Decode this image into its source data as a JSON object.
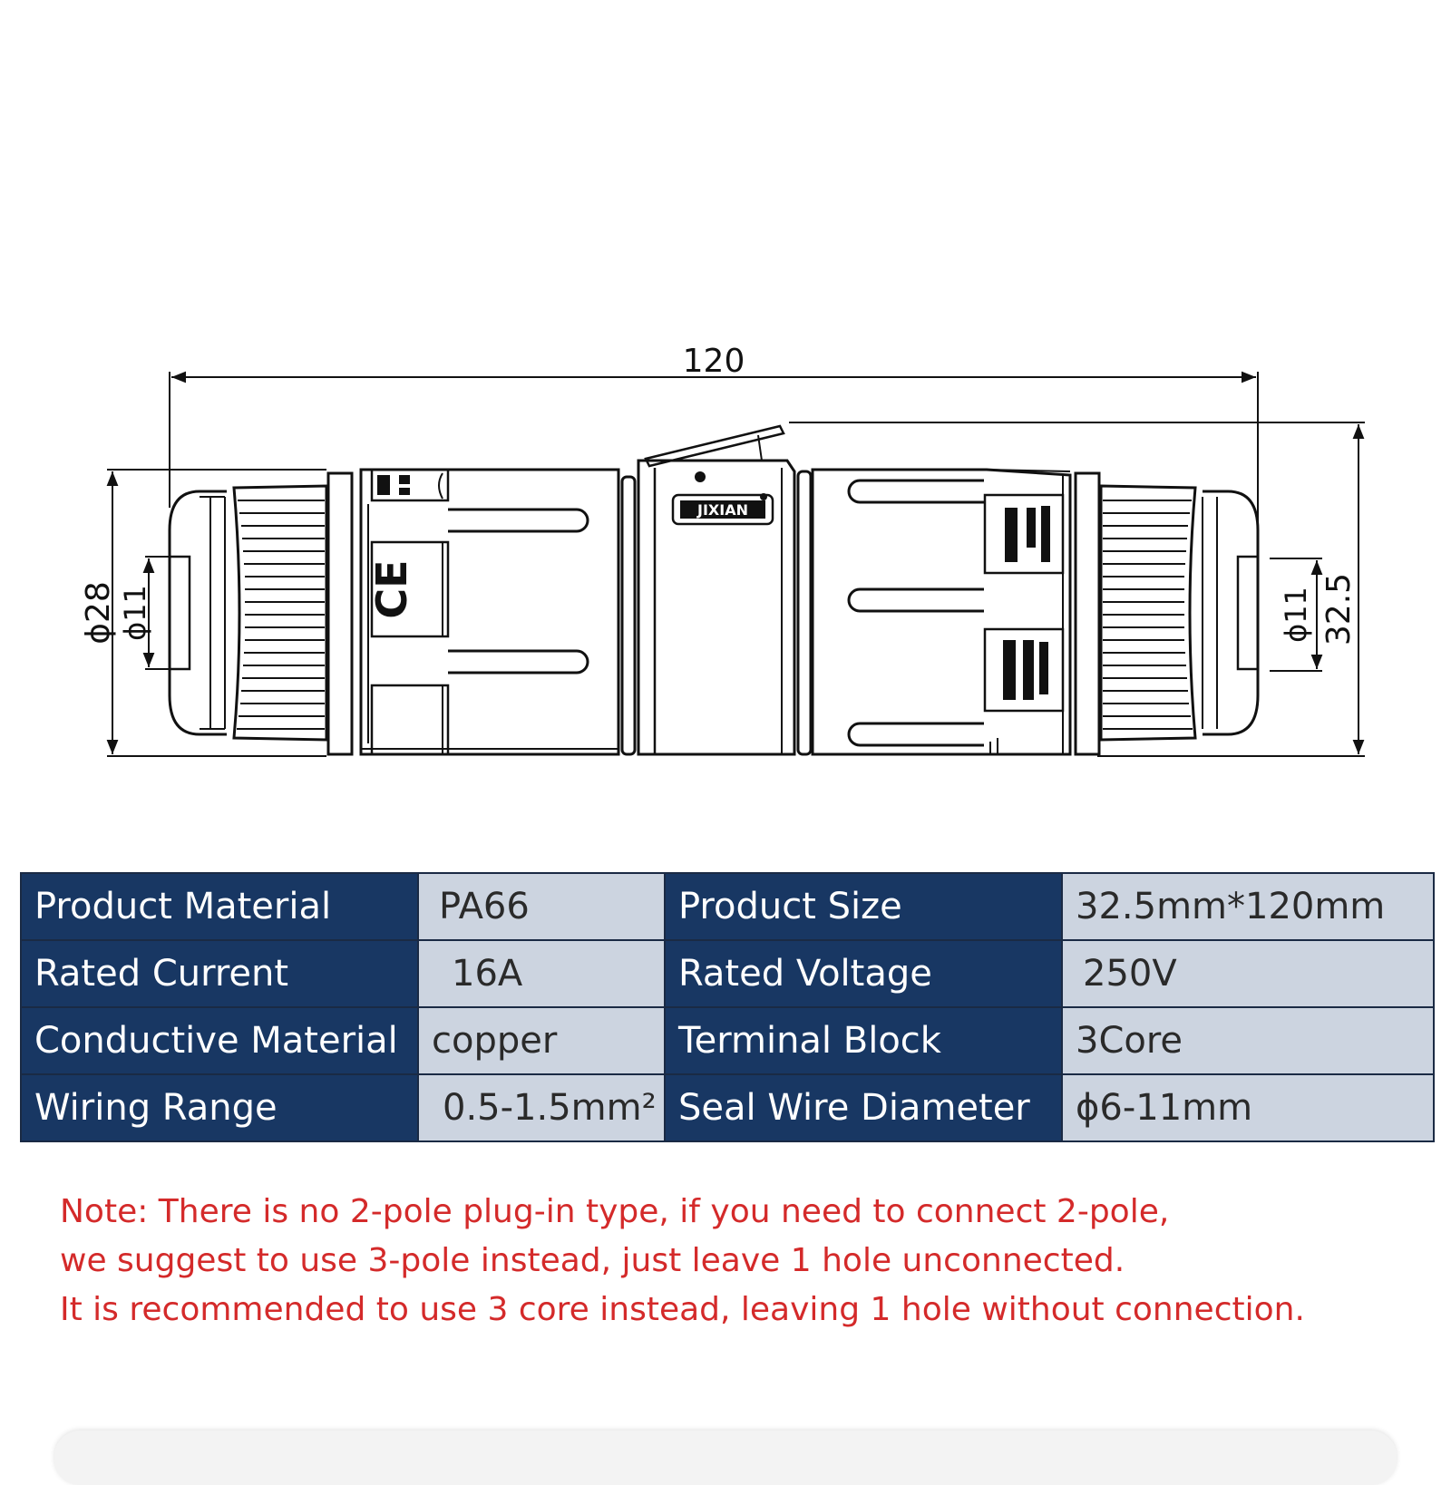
{
  "drawing": {
    "dim_length": "120",
    "dim_outer_diameter": "ϕ28",
    "dim_cable_left": "ϕ11",
    "dim_cable_right": "ϕ11",
    "dim_height": "32.5",
    "ce_mark": "CE",
    "brand_mark": "JIXIAN"
  },
  "specs": {
    "rows": [
      [
        {
          "label": "Product Material",
          "value": "PA66"
        },
        {
          "label": "Product Size",
          "value": "32.5mm*120mm"
        }
      ],
      [
        {
          "label": "Rated Current",
          "value": "16A"
        },
        {
          "label": "Rated Voltage",
          "value": "250V"
        }
      ],
      [
        {
          "label": "Conductive Material",
          "value": "copper"
        },
        {
          "label": "Terminal Block",
          "value": "3Core"
        }
      ],
      [
        {
          "label": "Wiring Range",
          "value": "0.5-1.5mm²"
        },
        {
          "label": "Seal Wire Diameter",
          "value": "ϕ6-11mm"
        }
      ]
    ]
  },
  "note": {
    "line1": "Note: There is no 2-pole plug-in type, if you need to connect 2-pole,",
    "line2": "we suggest to use 3-pole instead, just leave 1 hole unconnected.",
    "line3": "It is recommended to use 3 core instead, leaving 1 hole without connection."
  },
  "colors": {
    "label_bg": "#183763",
    "value_bg": "#ccd4e0",
    "note_text": "#d42a2a"
  }
}
